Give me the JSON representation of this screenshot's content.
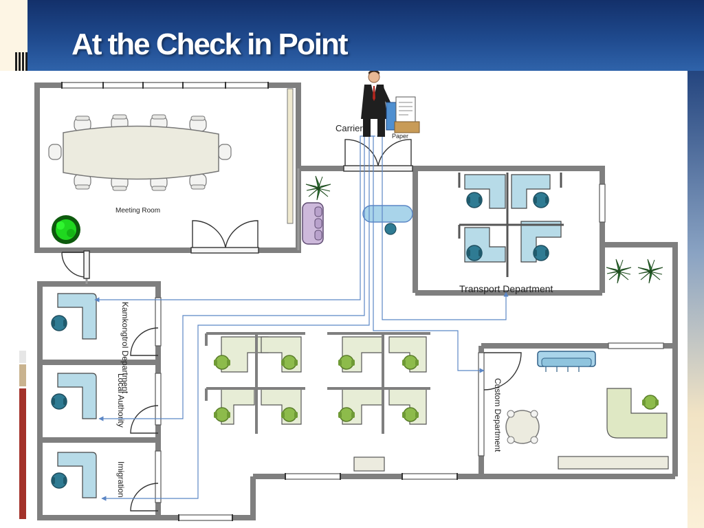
{
  "slide": {
    "title": "At the Check in Point"
  },
  "floorplan": {
    "rooms": {
      "meeting_room": "Meeting Room",
      "transport_department": "Transport Department",
      "kamkongtrol_department": "Kamkongtrol Department",
      "local_authority": "Local Authority",
      "imigration": "Imigration",
      "custom_department": "Custom Department"
    },
    "figures": {
      "carrier": "Carrier",
      "paper": "Paper"
    }
  },
  "colors": {
    "header_dark": "#13306a",
    "wall": "#7f7f7f",
    "route_line": "#5b86c5",
    "desk_blue": "#b7dbe8",
    "chair_teal": "#2f7b93",
    "desk_green": "#e7edd6",
    "chair_green": "#8dbb4b",
    "accent_red": "#a3322a",
    "accent_tan": "#c9b38f"
  },
  "icons": {
    "title_decoration": "vertical-stripes-icon",
    "carrier": "businessman-icon",
    "paper": "documents-icon",
    "plant": "plant-icon"
  }
}
